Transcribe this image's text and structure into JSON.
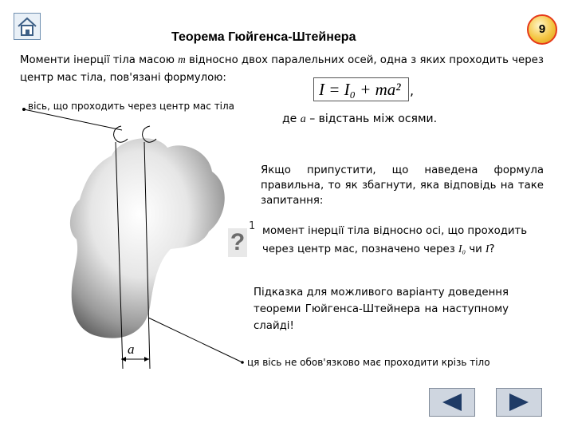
{
  "page": {
    "title": "Теорема Гюйгенса-Штейнера",
    "page_number": "9"
  },
  "intro": {
    "part1": "Моменти інерції тіла масою ",
    "mass_symbol": "m",
    "part2": " відносно двох паралельних осей, одна з яких проходить через центр мас тіла, пов'язані формулою:"
  },
  "formula": {
    "text": "I = I₀ + ma²",
    "trailing": ","
  },
  "labels": {
    "axis_through_center": "вісь, що проходить через центр мас тіла",
    "where_prefix": "де ",
    "where_var": "a",
    "where_suffix": " – відстань між осями.",
    "distance_symbol": "a",
    "bottom_axis_note": "ця вісь не обов'язково має проходити крізь тіло"
  },
  "question_block": {
    "prompt": "Якщо припустити, що наведена формула правильна, то як збагнути, яка відповідь на таке запитання:",
    "icon": "question-mark-icon",
    "icon_glyph": "?",
    "number": "1",
    "text_part1": "момент інерції тіла відносно осі, що проходить через центр мас, позначено через ",
    "opt1": "I₀",
    "text_or": " чи ",
    "opt2": "I",
    "text_end": "?"
  },
  "hint": {
    "text": "Підказка для можливого варіанту доведення теореми Гюйгенса-Штейнера на наступному слайді!"
  },
  "navigation": {
    "home_icon": "home-icon",
    "prev_icon": "arrow-left-icon",
    "next_icon": "arrow-right-icon"
  },
  "colors": {
    "badge_fill": "#f4c542",
    "badge_border": "#e63a1a",
    "nav_button": "#cfd6e0",
    "nav_arrow": "#1f3b66"
  }
}
